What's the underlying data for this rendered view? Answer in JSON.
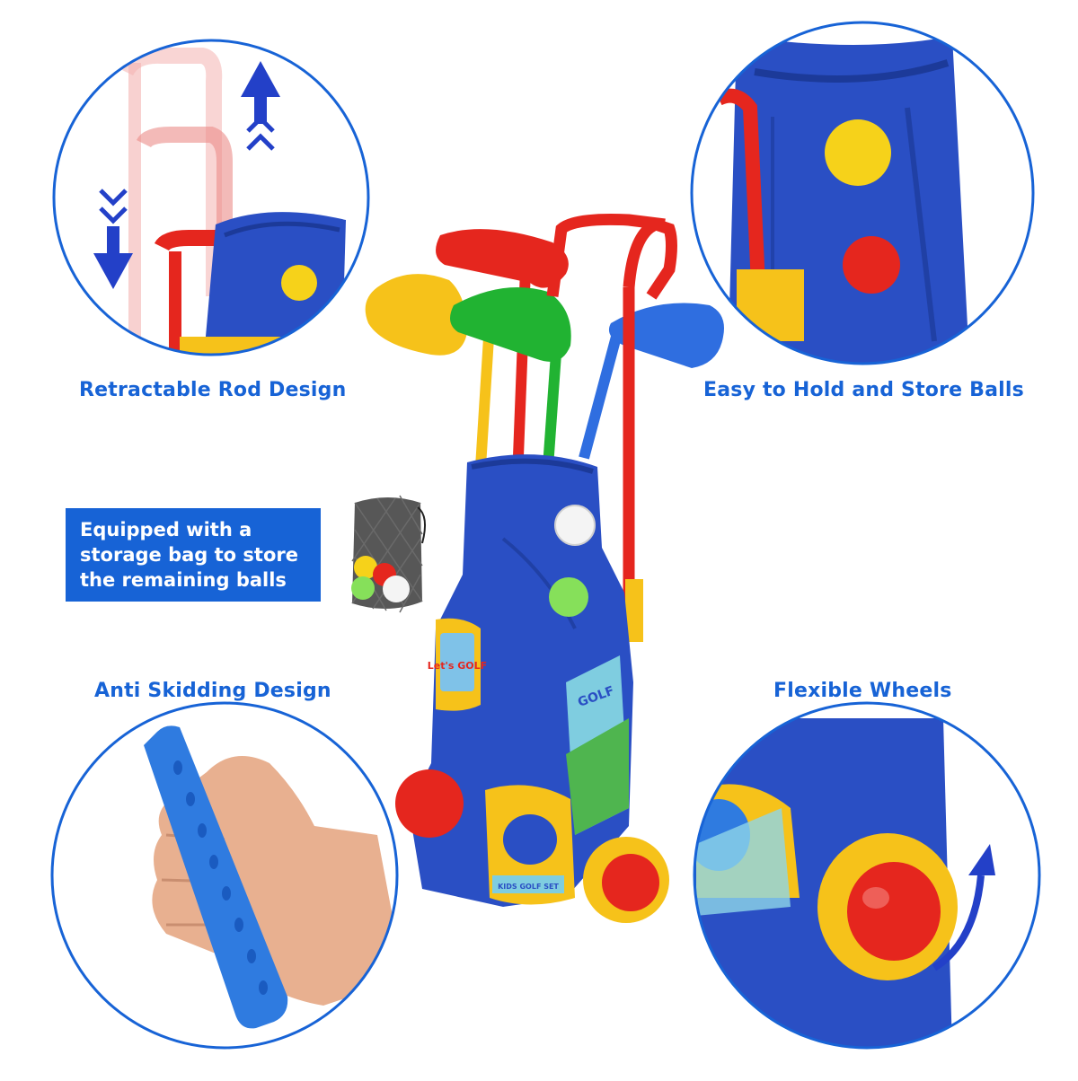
{
  "features": {
    "retractable": "Retractable Rod Design",
    "store_balls": "Easy to Hold and Store Balls",
    "anti_skid": "Anti Skidding Design",
    "wheels": "Flexible Wheels"
  },
  "callout": {
    "line1": "Equipped with a",
    "line2": "storage bag to store",
    "line3": "the remaining balls"
  },
  "product": {
    "logo_text": "Let's GOLF",
    "bag_text": "GOLF",
    "set_text": "KIDS GOLF SET"
  },
  "colors": {
    "accent_blue": "#1763d6",
    "bag_blue": "#2a4fc4",
    "club_red": "#e5261e",
    "club_yellow": "#f6c21a",
    "club_green": "#21b332"
  }
}
